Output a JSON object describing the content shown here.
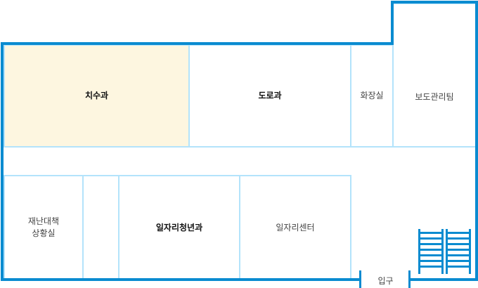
{
  "floor_plan": {
    "rooms": [
      {
        "id": "chisu",
        "label": "치수과",
        "highlighted": true
      },
      {
        "id": "doro",
        "label": "도로과"
      },
      {
        "id": "restroom",
        "label": "화장실"
      },
      {
        "id": "sidewalk",
        "label": "보도관리팀"
      },
      {
        "id": "disaster",
        "label": "재난대책\n상황실"
      },
      {
        "id": "blank",
        "label": ""
      },
      {
        "id": "jobs_youth",
        "label": "일자리청년과"
      },
      {
        "id": "jobs_center",
        "label": "일자리센터"
      }
    ],
    "entrance_label": "입구",
    "colors": {
      "wall": "#0a8bd0",
      "partition": "#b3e3fb",
      "highlight": "#fdf6e0"
    }
  }
}
